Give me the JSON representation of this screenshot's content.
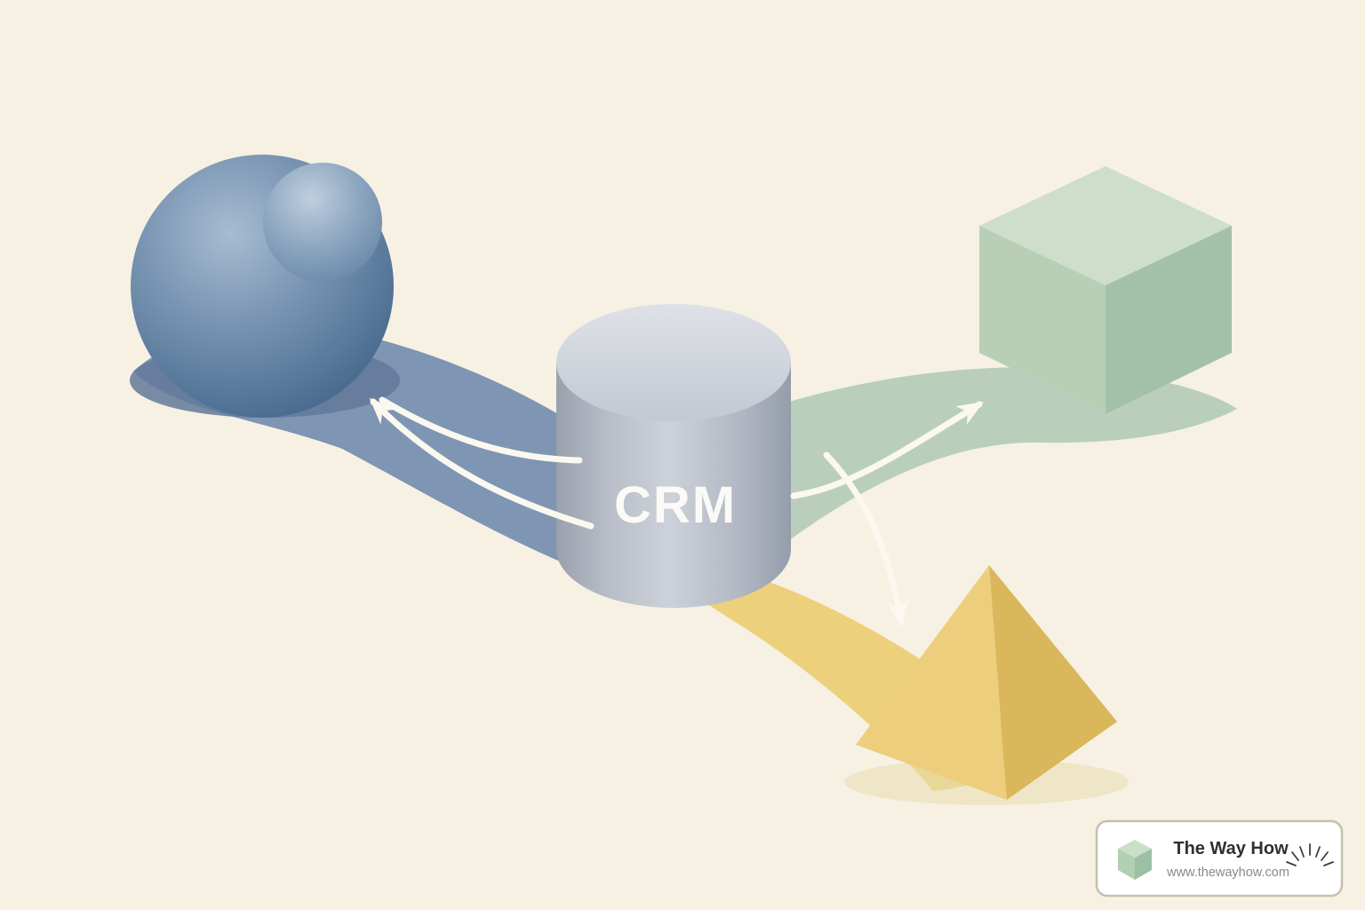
{
  "diagram": {
    "center_label": "CRM",
    "nodes": {
      "hub": {
        "shape": "cylinder",
        "label": "CRM"
      },
      "left": {
        "shape": "sphere"
      },
      "right": {
        "shape": "cube"
      },
      "bottom": {
        "shape": "pyramid"
      }
    },
    "colors": {
      "background": "#f6f1e3",
      "ribbon_blue": "#7e95b3",
      "ribbon_green": "#b9cfbc",
      "ribbon_yellow": "#ecd07c",
      "sphere_shadow": "#62799a",
      "cube_top": "#cfdecb",
      "cube_left": "#b8cfb6",
      "cube_right": "#a3c1a8",
      "pyramid_left": "#ecce7c",
      "pyramid_right": "#d9b75a",
      "pyramid_shadow": "#e8dcae",
      "arrow": "#fbf8ef"
    }
  },
  "watermark": {
    "title": "The Way How",
    "url": "www.thewayhow.com"
  }
}
